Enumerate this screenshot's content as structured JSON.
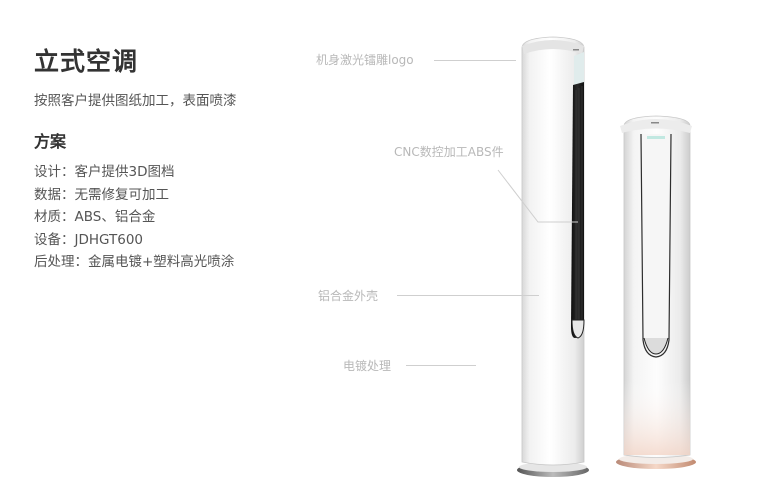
{
  "header": {
    "title": "立式空调",
    "subtitle": "按照客户提供图纸加工，表面喷漆"
  },
  "plan": {
    "heading": "方案",
    "specs": [
      {
        "label": "设计：",
        "value": "客户提供3D图档"
      },
      {
        "label": "数据：",
        "value": "无需修复可加工"
      },
      {
        "label": "材质：",
        "value": "ABS、铝合金"
      },
      {
        "label": "设备：",
        "value": "JDHGT600"
      },
      {
        "label": "后处理：",
        "value": "金属电镀+塑料高光喷涂"
      }
    ]
  },
  "callouts": [
    {
      "id": "logo",
      "text": "机身激光镭雕logo"
    },
    {
      "id": "cnc",
      "text": "CNC数控加工ABS件"
    },
    {
      "id": "shell",
      "text": "铝合金外壳"
    },
    {
      "id": "plating",
      "text": "电镀处理"
    }
  ],
  "product_images": [
    {
      "name": "tall-air-conditioner",
      "description": "white cylindrical floor-standing AC with black vertical louvers"
    },
    {
      "name": "short-air-conditioner",
      "description": "white cylindrical floor-standing AC with chrome trim and rose-gold base"
    }
  ],
  "colors": {
    "title": "#333333",
    "body_text": "#555555",
    "callout_text": "#b8b8b8",
    "leader_line": "#cfcfcf",
    "unit_body": "#f4f4f4",
    "louver": "#1a1a1a",
    "base_dark": "#6a6a6a",
    "base_rose": "#d9a48c"
  }
}
